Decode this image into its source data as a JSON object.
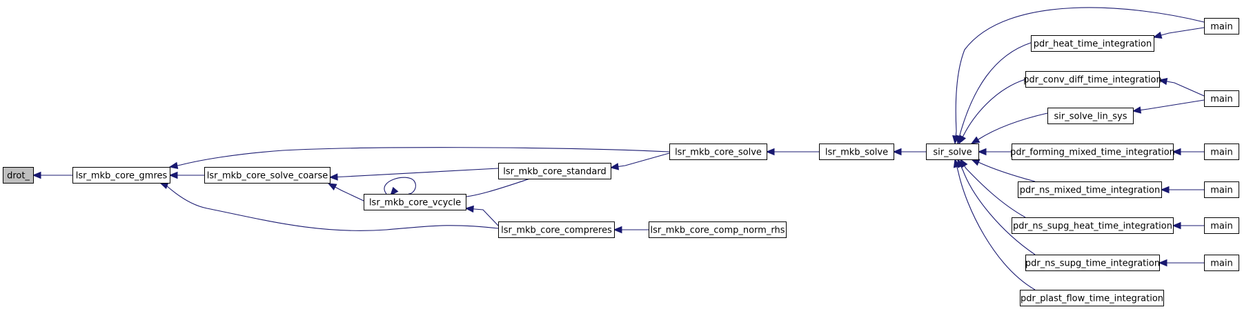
{
  "graph": {
    "nodes": [
      {
        "id": "drot",
        "label": "drot_",
        "root": true
      },
      {
        "id": "gmres",
        "label": "lsr_mkb_core_gmres"
      },
      {
        "id": "solve_coarse",
        "label": "lsr_mkb_core_solve_coarse"
      },
      {
        "id": "vcycle",
        "label": "lsr_mkb_core_vcycle"
      },
      {
        "id": "standard",
        "label": "lsr_mkb_core_standard"
      },
      {
        "id": "compreres",
        "label": "lsr_mkb_core_compreres"
      },
      {
        "id": "core_solve",
        "label": "lsr_mkb_core_solve"
      },
      {
        "id": "comp_norm_rhs",
        "label": "lsr_mkb_core_comp_norm_rhs"
      },
      {
        "id": "mkb_solve",
        "label": "lsr_mkb_solve"
      },
      {
        "id": "sir_solve",
        "label": "sir_solve"
      },
      {
        "id": "heat",
        "label": "pdr_heat_time_integration"
      },
      {
        "id": "conv_diff",
        "label": "pdr_conv_diff_time_integration"
      },
      {
        "id": "lin_sys",
        "label": "sir_solve_lin_sys"
      },
      {
        "id": "forming",
        "label": "pdr_forming_mixed_time_integration"
      },
      {
        "id": "ns_mixed",
        "label": "pdr_ns_mixed_time_integration"
      },
      {
        "id": "supg_heat",
        "label": "pdr_ns_supg_heat_time_integration"
      },
      {
        "id": "supg",
        "label": "pdr_ns_supg_time_integration"
      },
      {
        "id": "plast",
        "label": "pdr_plast_flow_time_integration"
      },
      {
        "id": "main1",
        "label": "main"
      },
      {
        "id": "main2",
        "label": "main"
      },
      {
        "id": "main3",
        "label": "main"
      },
      {
        "id": "main4",
        "label": "main"
      },
      {
        "id": "main5",
        "label": "main"
      },
      {
        "id": "main6",
        "label": "main"
      }
    ],
    "edges": [
      {
        "from": "gmres",
        "to": "drot"
      },
      {
        "from": "solve_coarse",
        "to": "gmres"
      },
      {
        "from": "core_solve",
        "to": "gmres"
      },
      {
        "from": "compreres",
        "to": "gmres"
      },
      {
        "from": "standard",
        "to": "solve_coarse"
      },
      {
        "from": "vcycle",
        "to": "solve_coarse"
      },
      {
        "from": "vcycle",
        "to": "vcycle"
      },
      {
        "from": "standard",
        "to": "vcycle"
      },
      {
        "from": "compreres",
        "to": "vcycle"
      },
      {
        "from": "core_solve",
        "to": "standard"
      },
      {
        "from": "mkb_solve",
        "to": "core_solve"
      },
      {
        "from": "comp_norm_rhs",
        "to": "compreres"
      },
      {
        "from": "sir_solve",
        "to": "mkb_solve"
      },
      {
        "from": "main1",
        "to": "sir_solve"
      },
      {
        "from": "heat",
        "to": "sir_solve"
      },
      {
        "from": "conv_diff",
        "to": "sir_solve"
      },
      {
        "from": "lin_sys",
        "to": "sir_solve"
      },
      {
        "from": "forming",
        "to": "sir_solve"
      },
      {
        "from": "ns_mixed",
        "to": "sir_solve"
      },
      {
        "from": "supg_heat",
        "to": "sir_solve"
      },
      {
        "from": "supg",
        "to": "sir_solve"
      },
      {
        "from": "plast",
        "to": "sir_solve"
      },
      {
        "from": "main1",
        "to": "heat"
      },
      {
        "from": "main2",
        "to": "conv_diff"
      },
      {
        "from": "main2",
        "to": "lin_sys"
      },
      {
        "from": "main3",
        "to": "forming"
      },
      {
        "from": "main4",
        "to": "ns_mixed"
      },
      {
        "from": "main5",
        "to": "supg_heat"
      },
      {
        "from": "main6",
        "to": "supg"
      }
    ]
  }
}
